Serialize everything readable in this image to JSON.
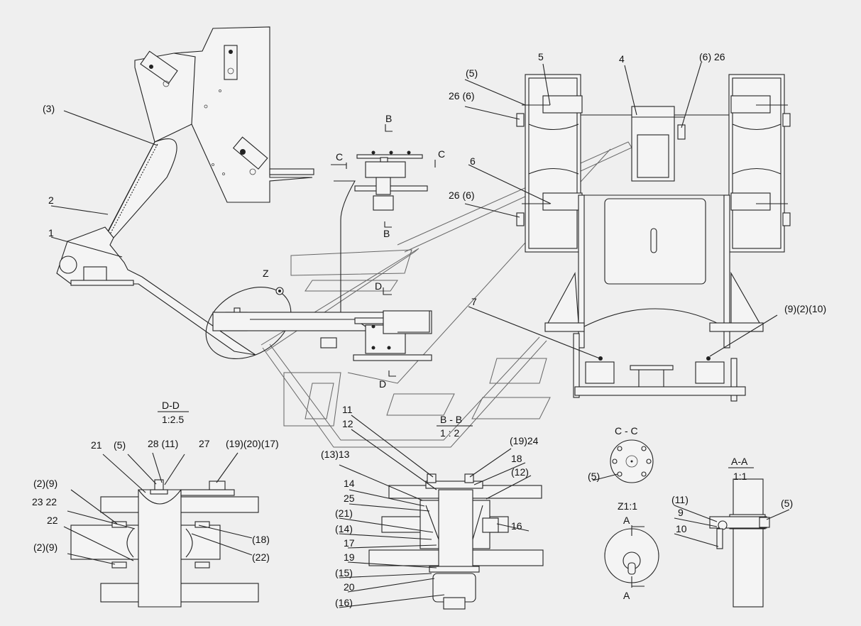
{
  "drawing": {
    "callouts": [
      {
        "id": "c-3",
        "text": "(3)"
      },
      {
        "id": "c-2",
        "text": "2"
      },
      {
        "id": "c-1",
        "text": "1"
      },
      {
        "id": "c-z",
        "text": "Z"
      },
      {
        "id": "c-5a",
        "text": "(5)"
      },
      {
        "id": "c-5b",
        "text": "5"
      },
      {
        "id": "c-4",
        "text": "4"
      },
      {
        "id": "c-626",
        "text": "(6) 26"
      },
      {
        "id": "c-266a",
        "text": "26 (6)"
      },
      {
        "id": "c-6",
        "text": "6"
      },
      {
        "id": "c-266b",
        "text": "26 (6)"
      },
      {
        "id": "c-7",
        "text": "7"
      },
      {
        "id": "c-9210",
        "text": "(9)(2)(10)"
      },
      {
        "id": "c-b1",
        "text": "B"
      },
      {
        "id": "c-b2",
        "text": "B"
      },
      {
        "id": "c-c1",
        "text": "C"
      },
      {
        "id": "c-c2",
        "text": "C"
      },
      {
        "id": "c-d1",
        "text": "D"
      },
      {
        "id": "c-d2",
        "text": "D"
      },
      {
        "id": "dd-21",
        "text": "21"
      },
      {
        "id": "dd-5",
        "text": "(5)"
      },
      {
        "id": "dd-2811",
        "text": "28 (11)"
      },
      {
        "id": "dd-27",
        "text": "27"
      },
      {
        "id": "dd-192017",
        "text": "(19)(20)(17)"
      },
      {
        "id": "dd-29a",
        "text": "(2)(9)"
      },
      {
        "id": "dd-2322",
        "text": "23 22"
      },
      {
        "id": "dd-22",
        "text": "22"
      },
      {
        "id": "dd-29b",
        "text": "(2)(9)"
      },
      {
        "id": "dd-18",
        "text": "(18)"
      },
      {
        "id": "dd-22b",
        "text": "(22)"
      },
      {
        "id": "bb-11",
        "text": "11"
      },
      {
        "id": "bb-12",
        "text": "12"
      },
      {
        "id": "bb-1924",
        "text": "(19)24"
      },
      {
        "id": "bb-18",
        "text": "18"
      },
      {
        "id": "bb-1313",
        "text": "(13)13"
      },
      {
        "id": "bb-12b",
        "text": "(12)"
      },
      {
        "id": "bb-14",
        "text": "14"
      },
      {
        "id": "bb-25",
        "text": "25"
      },
      {
        "id": "bb-21",
        "text": "(21)"
      },
      {
        "id": "bb-14b",
        "text": "(14)"
      },
      {
        "id": "bb-16",
        "text": "16"
      },
      {
        "id": "bb-17",
        "text": "17"
      },
      {
        "id": "bb-19",
        "text": "19"
      },
      {
        "id": "bb-15",
        "text": "(15)"
      },
      {
        "id": "bb-20",
        "text": "20"
      },
      {
        "id": "bb-16b",
        "text": "(16)"
      },
      {
        "id": "cc-5",
        "text": "(5)"
      },
      {
        "id": "z-a1",
        "text": "A"
      },
      {
        "id": "z-a2",
        "text": "A"
      },
      {
        "id": "aa-11",
        "text": "(11)"
      },
      {
        "id": "aa-9",
        "text": "9"
      },
      {
        "id": "aa-10",
        "text": "10"
      },
      {
        "id": "aa-5",
        "text": "(5)"
      }
    ],
    "titles": {
      "dd_title": "D-D",
      "dd_scale": "1:2.5",
      "bb_title": "B - B",
      "bb_scale": "1 : 2",
      "cc_title": "C - C",
      "z_title": "Z1:1",
      "aa_title": "A-A",
      "aa_scale": "1:1"
    },
    "colors": {
      "line": "#222222",
      "background": "#efefef"
    }
  }
}
